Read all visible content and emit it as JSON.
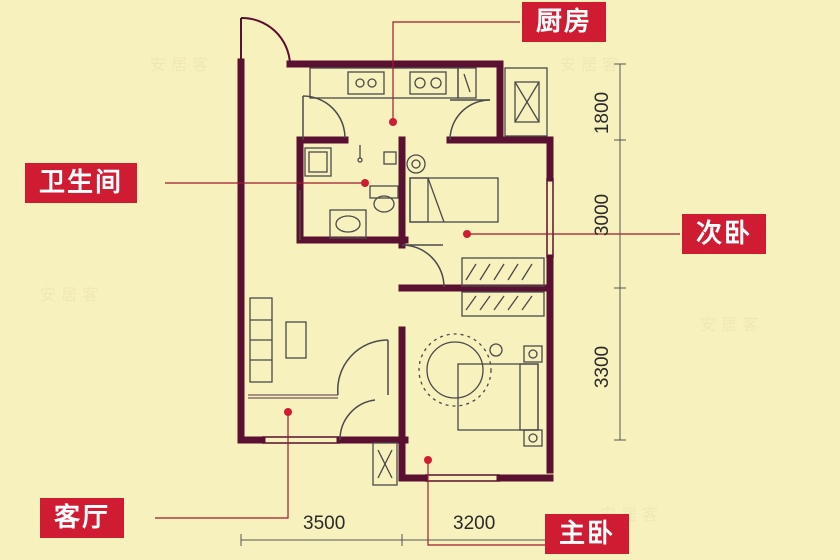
{
  "room_labels": {
    "kitchen": "厨房",
    "bathroom": "卫生间",
    "second_bedroom": "次卧",
    "living_room": "客厅",
    "master_bedroom": "主卧"
  },
  "dimensions": {
    "bottom_left": "3500",
    "bottom_right": "3200",
    "right_top": "1800",
    "right_middle": "3000",
    "right_bottom": "3300"
  },
  "colors": {
    "background": "#f7f1bd",
    "wall": "#5a1030",
    "label_bg": "#cf1c32",
    "leader_line": "#a01a30",
    "fixture_line": "#4a4a4a"
  }
}
